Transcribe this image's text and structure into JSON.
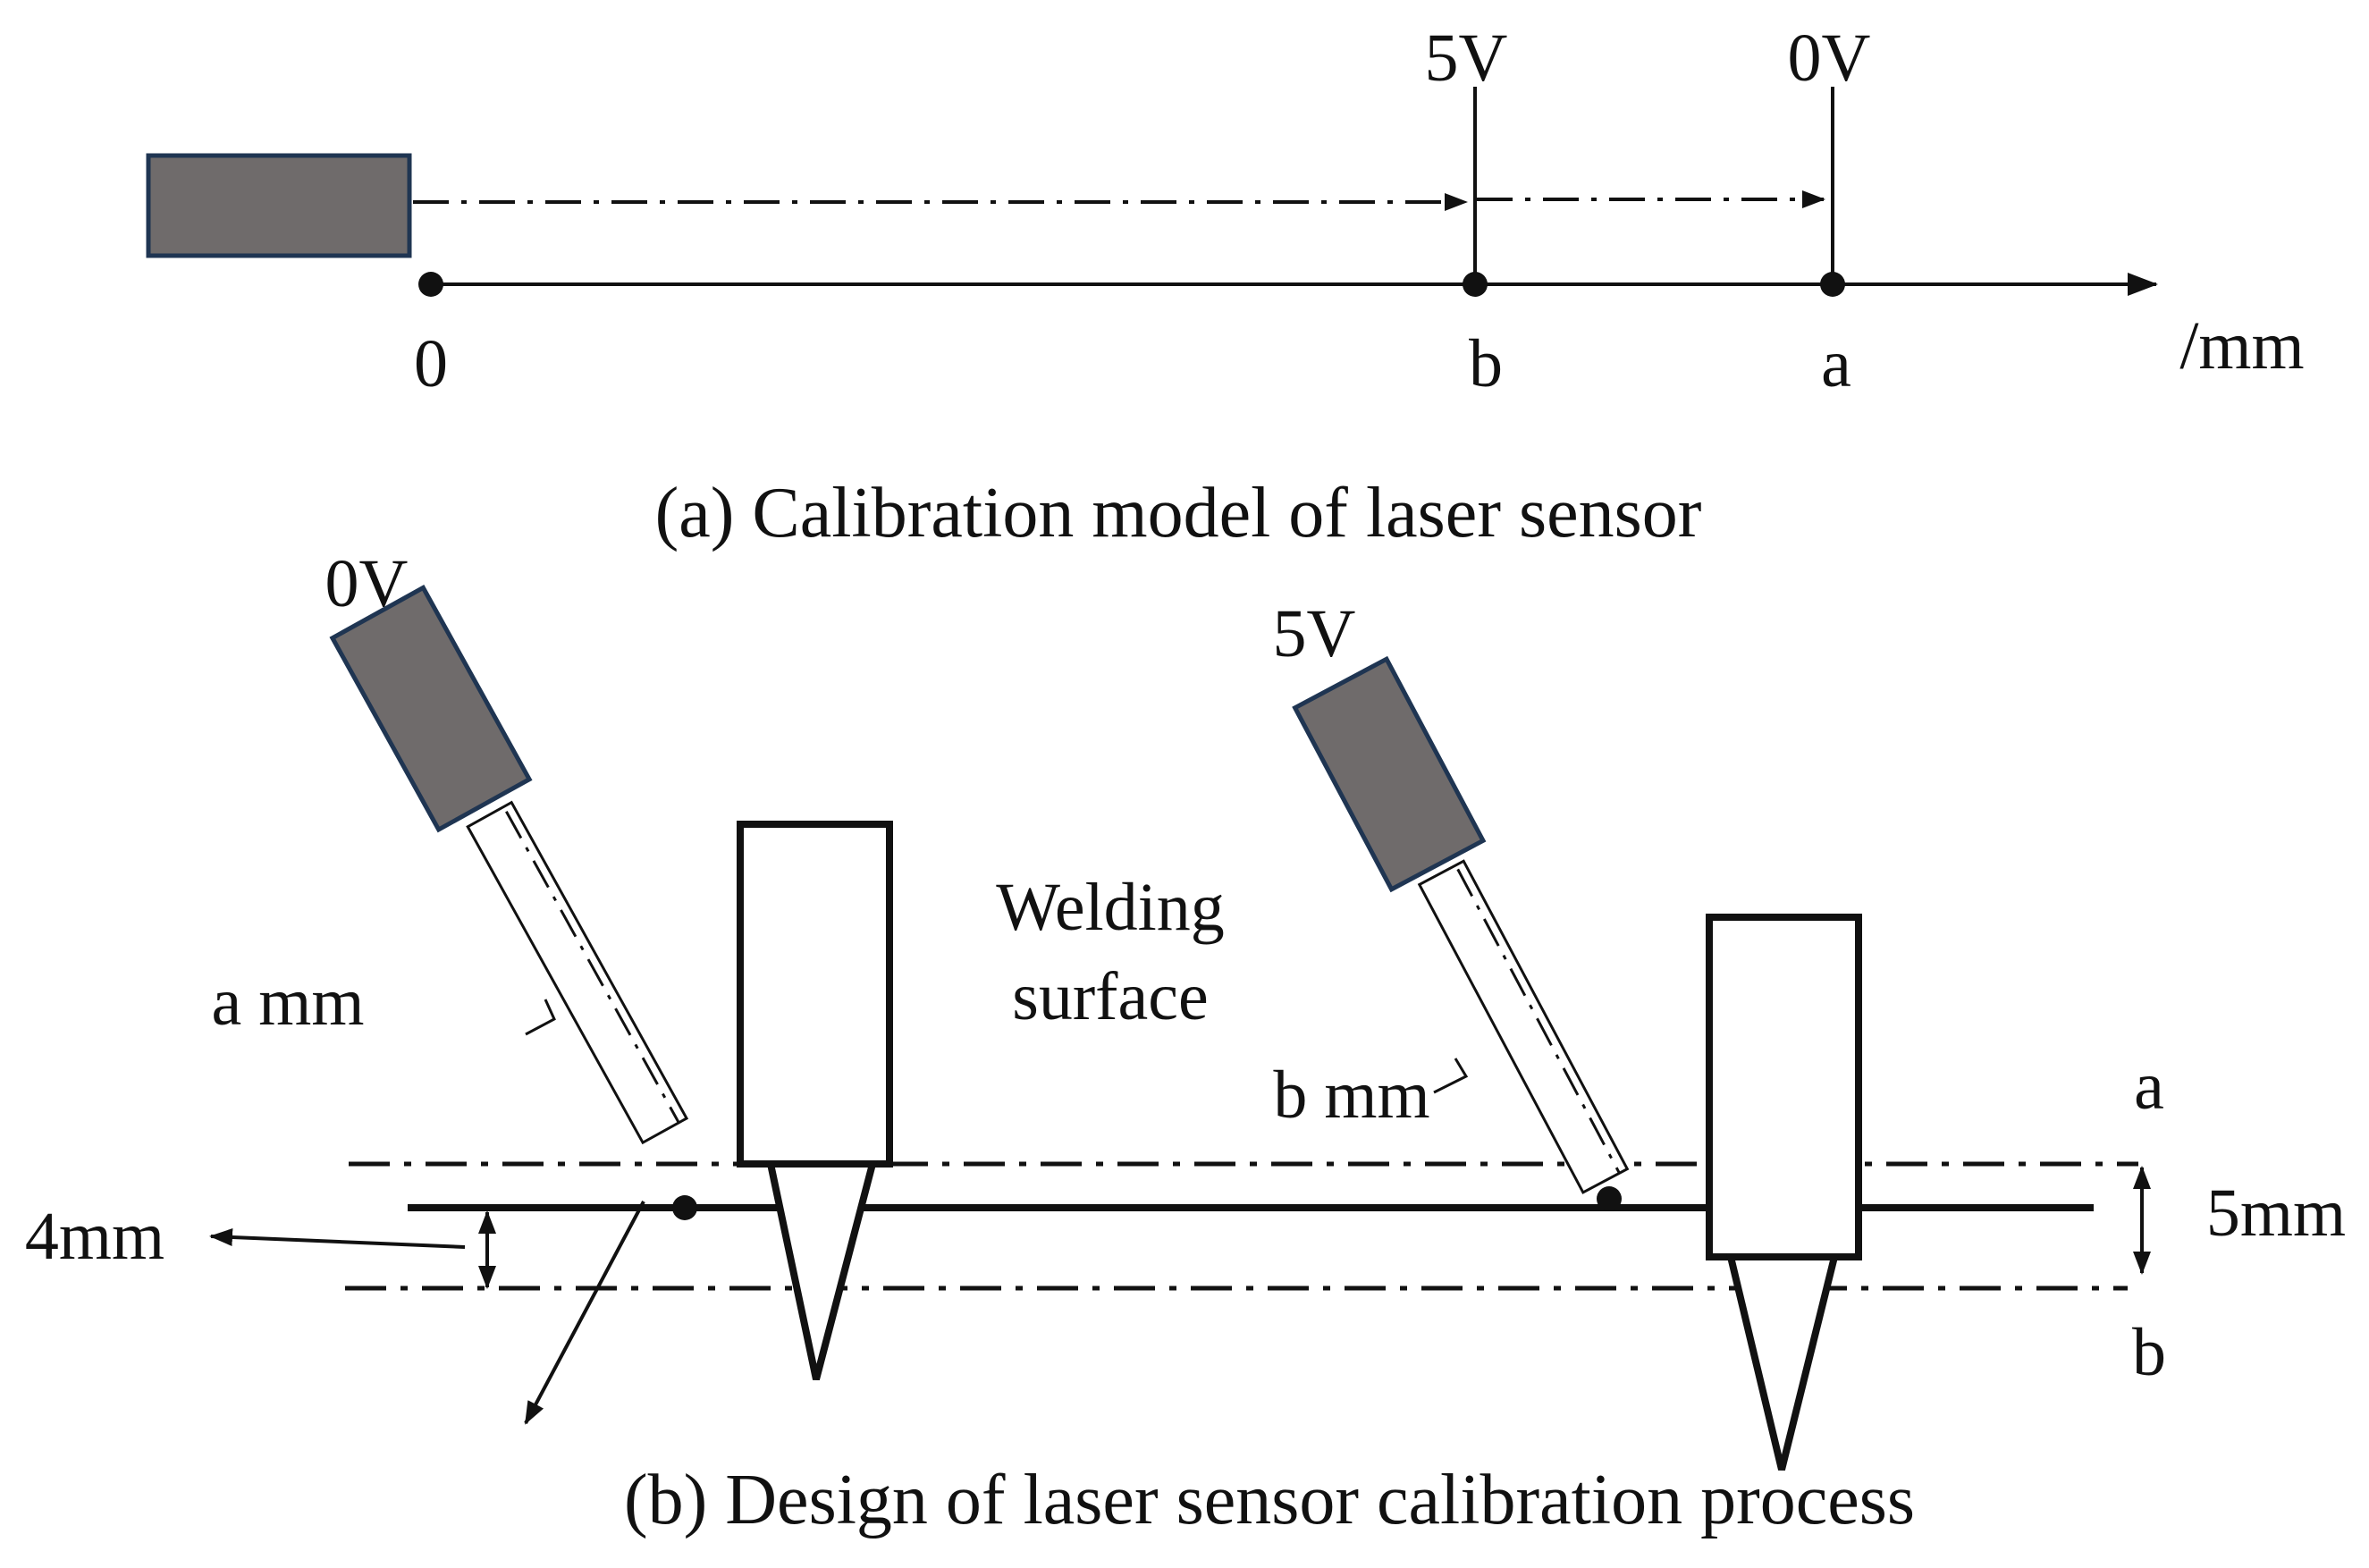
{
  "panel_a": {
    "caption": "(a) Calibration model of laser sensor",
    "axis_origin": "0",
    "axis_b": "b",
    "axis_a": "a",
    "axis_unit": "/mm",
    "volt_b": "5V",
    "volt_a": "0V"
  },
  "panel_b": {
    "caption": "(b) Design of laser sensor calibration process",
    "sensor_left_voltage": "0V",
    "sensor_right_voltage": "5V",
    "welding_surface_line1": "Welding",
    "welding_surface_line2": "surface",
    "beam_left_label": "a mm",
    "beam_right_label": "b mm",
    "level_a": "a",
    "level_b": "b",
    "dim_left": "4mm",
    "dim_right": "5mm"
  },
  "colors": {
    "sensor_fill": "#6f6b6b",
    "sensor_border": "#1f3552",
    "line": "#111111"
  }
}
